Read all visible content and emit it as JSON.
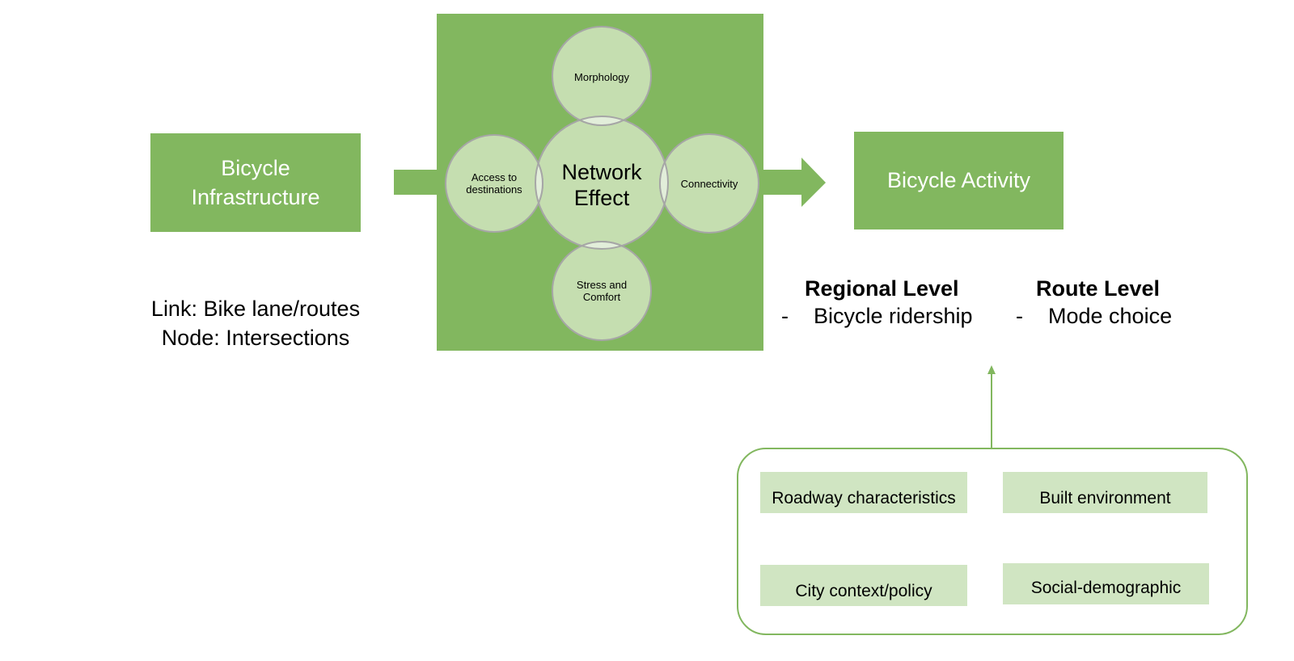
{
  "diagram": {
    "input": {
      "title": "Bicycle Infrastructure",
      "title_lines": [
        "Bicycle",
        "Infrastructure"
      ],
      "caption_lines": [
        "Link: Bike lane/routes",
        "Node: Intersections"
      ]
    },
    "network": {
      "center": {
        "label_lines": [
          "Network",
          "Effect"
        ]
      },
      "satellites": [
        {
          "position": "top",
          "label_lines": [
            "Morphology"
          ]
        },
        {
          "position": "left",
          "label_lines": [
            "Access to",
            "destinations"
          ]
        },
        {
          "position": "right",
          "label_lines": [
            "Connectivity"
          ]
        },
        {
          "position": "bottom",
          "label_lines": [
            "Stress and",
            "Comfort"
          ]
        }
      ]
    },
    "output": {
      "title": "Bicycle Activity",
      "levels": [
        {
          "title": "Regional Level",
          "bullet": "-",
          "item": "Bicycle ridership"
        },
        {
          "title": "Route Level",
          "bullet": "-",
          "item": "Mode choice"
        }
      ]
    },
    "factors": [
      {
        "label": "Roadway characteristics"
      },
      {
        "label": "Built environment"
      },
      {
        "label": "City context/policy"
      },
      {
        "label": "Social-demographic"
      }
    ],
    "colors": {
      "primary_green": "#82B75F",
      "circle_fill": "#C5DEB0",
      "circle_overlap": "#E2EEDA",
      "circle_stroke": "#A6A6A6",
      "factor_fill": "#D0E5C2"
    }
  }
}
